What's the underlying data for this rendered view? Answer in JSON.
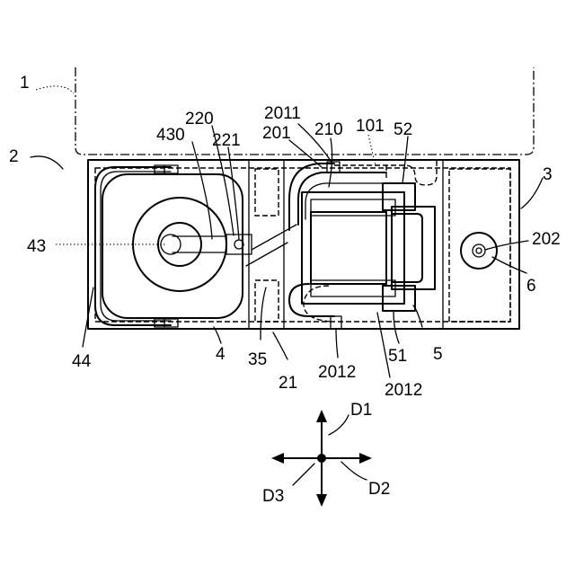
{
  "labels": {
    "l1": "1",
    "l2": "2",
    "l3": "3",
    "l4": "4",
    "l5": "5",
    "l6": "6",
    "l21": "21",
    "l35": "35",
    "l43": "43",
    "l44": "44",
    "l51": "51",
    "l52": "52",
    "l101": "101",
    "l201": "201",
    "l202": "202",
    "l210": "210",
    "l220": "220",
    "l221": "221",
    "l430": "430",
    "l2011": "2011",
    "l2012a": "2012",
    "l2012b": "2012",
    "d1": "D1",
    "d2": "D2",
    "d3": "D3"
  }
}
